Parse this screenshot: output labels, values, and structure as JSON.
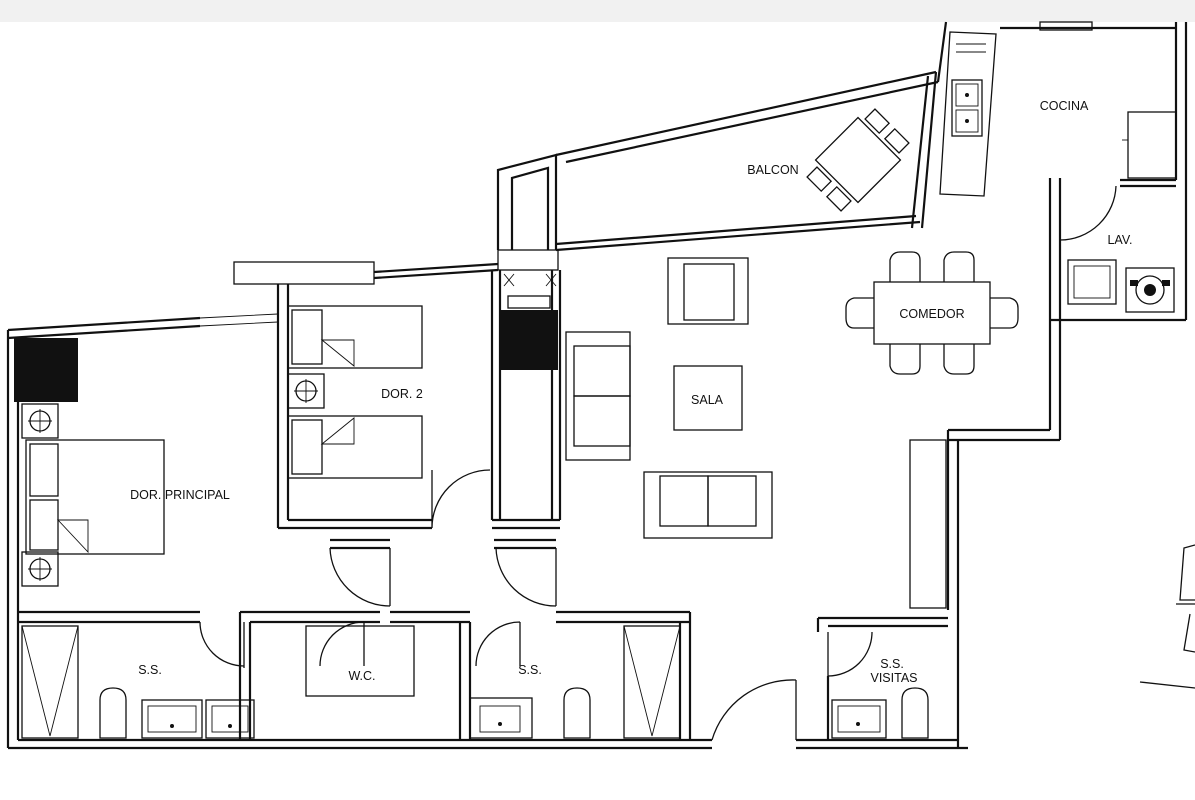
{
  "rooms": {
    "balcon": "BALCON",
    "cocina": "COCINA",
    "lav": "LAV.",
    "comedor": "COMEDOR",
    "sala": "SALA",
    "dor2": "DOR. 2",
    "dor_principal": "DOR. PRINCIPAL",
    "ss_main": "S.S.",
    "wc": "W.C.",
    "ss_second": "S.S.",
    "ss_visitas_1": "S.S.",
    "ss_visitas_2": "VISITAS"
  }
}
